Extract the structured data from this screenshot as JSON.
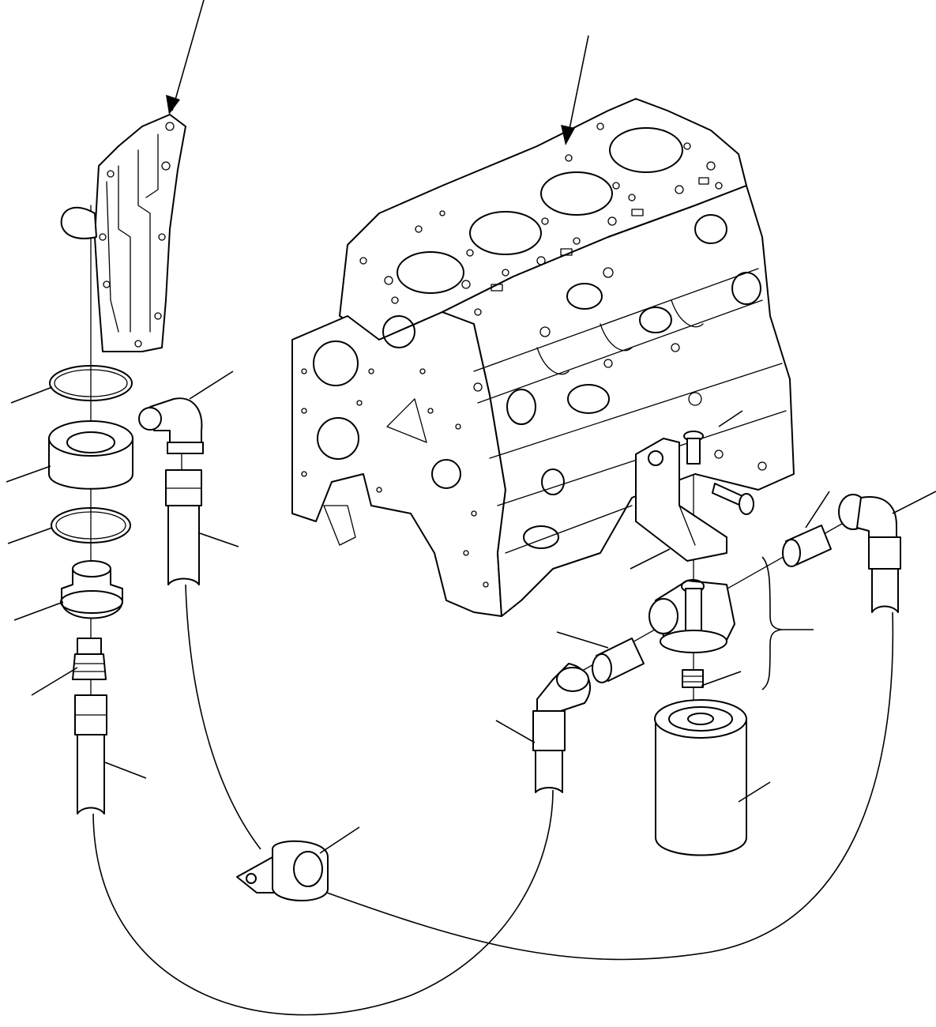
{
  "diagram": {
    "type": "exploded-parts-illustration",
    "labels_printed": false,
    "parts": [
      {
        "id": "front-cover",
        "icon": "gear-housing-cover"
      },
      {
        "id": "engine-block",
        "icon": "cylinder-block"
      },
      {
        "id": "o-ring-upper",
        "icon": "o-ring"
      },
      {
        "id": "spacer-collar",
        "icon": "collar"
      },
      {
        "id": "o-ring-lower",
        "icon": "o-ring"
      },
      {
        "id": "adapter-left",
        "icon": "adapter-fitting"
      },
      {
        "id": "connector-left",
        "icon": "threaded-connector"
      },
      {
        "id": "hose-left",
        "icon": "hose"
      },
      {
        "id": "elbow-upper",
        "icon": "elbow-fitting"
      },
      {
        "id": "hose-upper",
        "icon": "hose"
      },
      {
        "id": "bracket",
        "icon": "mounting-bracket"
      },
      {
        "id": "bolt-vertical",
        "icon": "bolt"
      },
      {
        "id": "bolt-horizontal",
        "icon": "bolt"
      },
      {
        "id": "filter-head",
        "icon": "filter-head"
      },
      {
        "id": "connector-right-a",
        "icon": "threaded-connector"
      },
      {
        "id": "connector-right-b",
        "icon": "threaded-connector"
      },
      {
        "id": "elbow-right",
        "icon": "elbow-fitting"
      },
      {
        "id": "hose-right",
        "icon": "hose"
      },
      {
        "id": "elbow-middle",
        "icon": "elbow-fitting"
      },
      {
        "id": "hose-middle",
        "icon": "hose"
      },
      {
        "id": "nipple",
        "icon": "threaded-nipple"
      },
      {
        "id": "oil-filter",
        "icon": "filter-cartridge"
      },
      {
        "id": "clamp",
        "icon": "hose-clamp"
      }
    ]
  }
}
